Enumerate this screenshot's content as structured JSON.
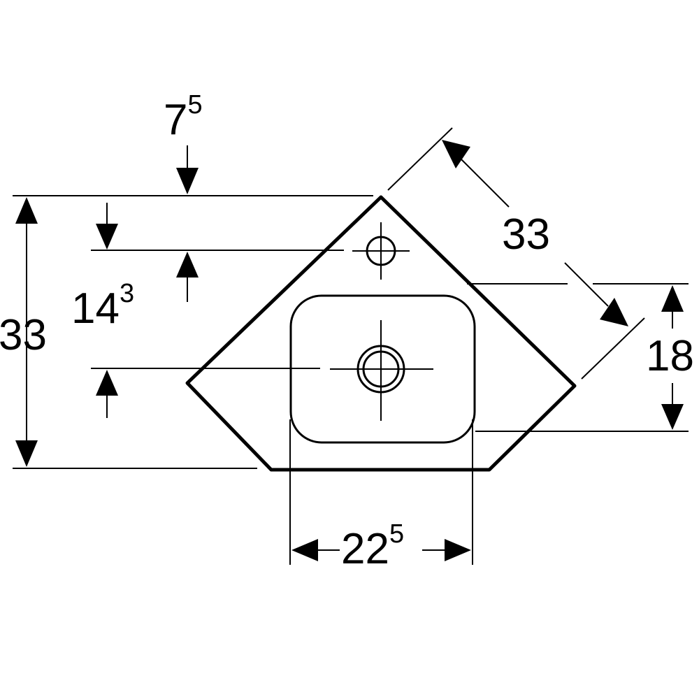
{
  "dimensions": {
    "top_offset": {
      "main": "7",
      "sup": "5"
    },
    "left_height": {
      "main": "33",
      "sup": ""
    },
    "hole_offset": {
      "main": "14",
      "sup": "3"
    },
    "diagonal": {
      "main": "33",
      "sup": ""
    },
    "right_depth": {
      "main": "18",
      "sup": ""
    },
    "bottom_width": {
      "main": "22",
      "sup": "5"
    }
  },
  "colors": {
    "line": "#000000",
    "background": "#ffffff"
  }
}
